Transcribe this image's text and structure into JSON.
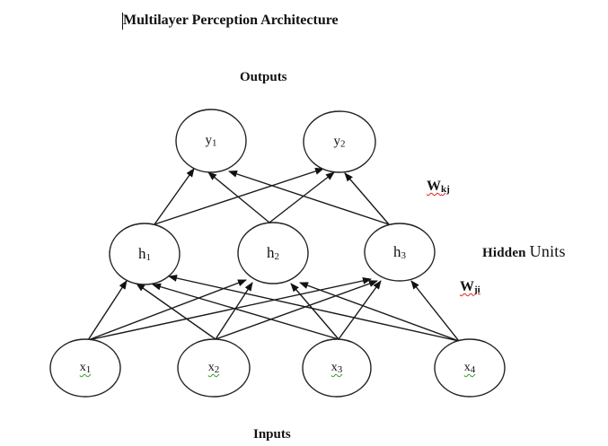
{
  "title": "Multilayer Perception Architecture",
  "labels": {
    "outputs": "Outputs",
    "inputs": "Inputs",
    "hidden_units_prefix": "Hidden ",
    "hidden_units_suffix": "Units",
    "weight_output": {
      "base": "W",
      "sub": "kj"
    },
    "weight_hidden": {
      "base": "W",
      "sub": "ji"
    }
  },
  "layers": {
    "output": [
      {
        "id": "y1",
        "base": "y",
        "sub": "1"
      },
      {
        "id": "y2",
        "base": "y",
        "sub": "2"
      }
    ],
    "hidden": [
      {
        "id": "h1",
        "base": "h",
        "sub": "1"
      },
      {
        "id": "h2",
        "base": "h",
        "sub": "2"
      },
      {
        "id": "h3",
        "base": "h",
        "sub": "3"
      }
    ],
    "input": [
      {
        "id": "x1",
        "base": "x",
        "sub": "1"
      },
      {
        "id": "x2",
        "base": "x",
        "sub": "2"
      },
      {
        "id": "x3",
        "base": "x",
        "sub": "3"
      },
      {
        "id": "x4",
        "base": "x",
        "sub": "4"
      }
    ]
  },
  "connections": [
    {
      "from": "x1",
      "to": "h1"
    },
    {
      "from": "x1",
      "to": "h2"
    },
    {
      "from": "x1",
      "to": "h3"
    },
    {
      "from": "x2",
      "to": "h1"
    },
    {
      "from": "x2",
      "to": "h2"
    },
    {
      "from": "x2",
      "to": "h3"
    },
    {
      "from": "x3",
      "to": "h1"
    },
    {
      "from": "x3",
      "to": "h2"
    },
    {
      "from": "x3",
      "to": "h3"
    },
    {
      "from": "x4",
      "to": "h1"
    },
    {
      "from": "x4",
      "to": "h2"
    },
    {
      "from": "x4",
      "to": "h3"
    },
    {
      "from": "h1",
      "to": "y1"
    },
    {
      "from": "h1",
      "to": "y2"
    },
    {
      "from": "h2",
      "to": "y1"
    },
    {
      "from": "h2",
      "to": "y2"
    },
    {
      "from": "h3",
      "to": "y1"
    },
    {
      "from": "h3",
      "to": "y2"
    }
  ]
}
